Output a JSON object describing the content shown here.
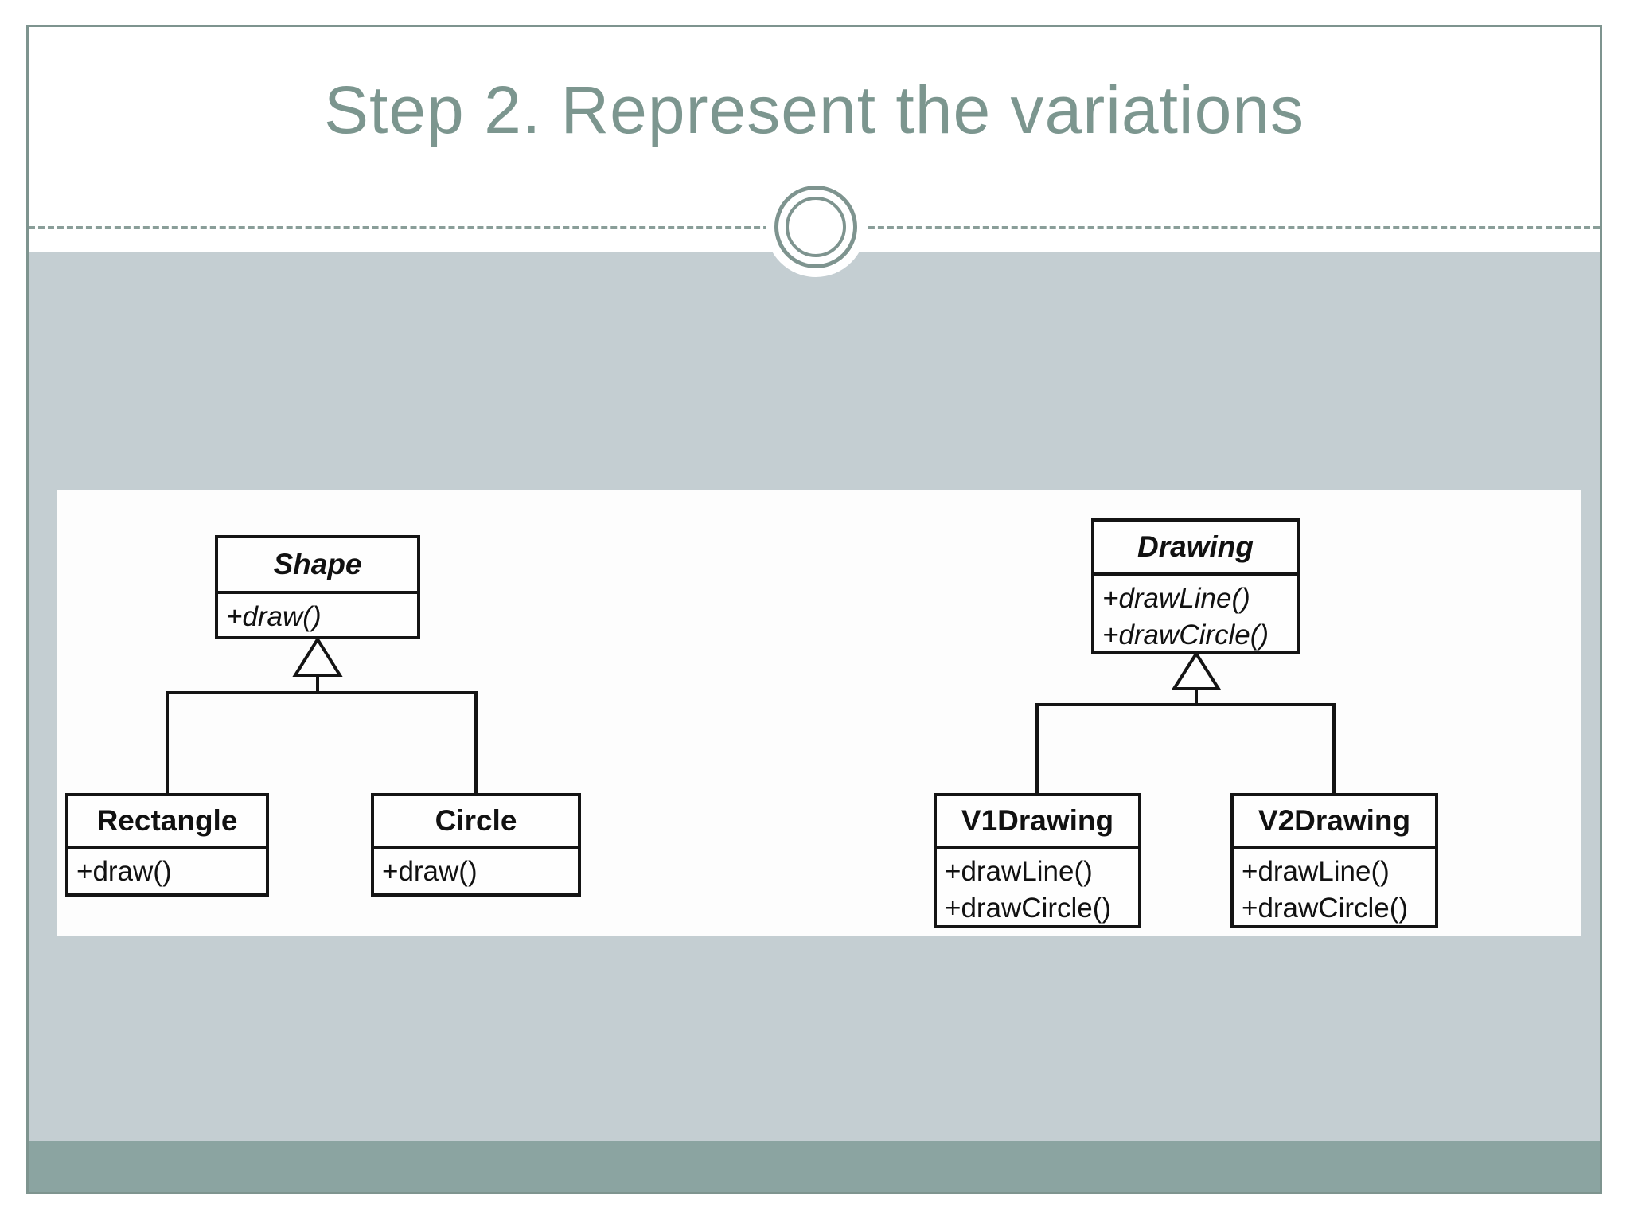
{
  "slide": {
    "title": "Step 2. Represent the variations",
    "colors": {
      "accent_teal": "#7c968f",
      "frame_border": "#7e948f",
      "body_background": "#c4ced2",
      "footer_band": "#8ba4a1",
      "uml_line": "#141414"
    }
  },
  "diagram": {
    "left": {
      "parent": {
        "name": "Shape",
        "methods": [
          "+draw()"
        ]
      },
      "children": [
        {
          "name": "Rectangle",
          "methods": [
            "+draw()"
          ]
        },
        {
          "name": "Circle",
          "methods": [
            "+draw()"
          ]
        }
      ]
    },
    "right": {
      "parent": {
        "name": "Drawing",
        "methods": [
          "+drawLine()",
          "+drawCircle()"
        ]
      },
      "children": [
        {
          "name": "V1Drawing",
          "methods": [
            "+drawLine()",
            "+drawCircle()"
          ]
        },
        {
          "name": "V2Drawing",
          "methods": [
            "+drawLine()",
            "+drawCircle()"
          ]
        }
      ]
    }
  }
}
